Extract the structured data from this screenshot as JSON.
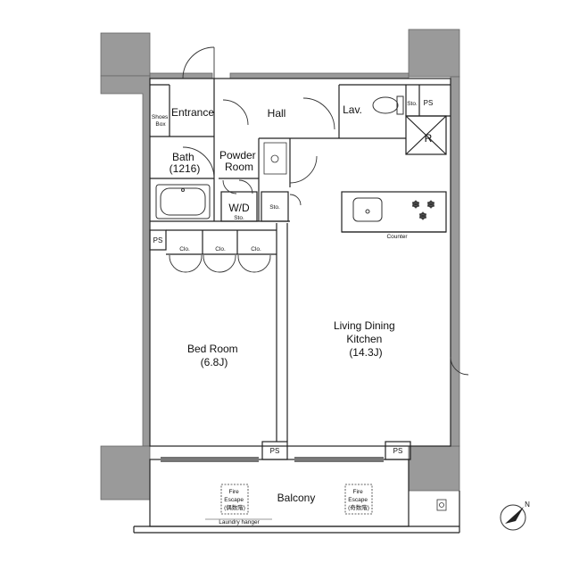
{
  "rooms": {
    "entrance": "Entrance",
    "hall": "Hall",
    "lav": "Lav.",
    "shoes_box": [
      "Shoes",
      "Box"
    ],
    "bath": [
      "Bath",
      "(1216)"
    ],
    "powder_room": [
      "Powder",
      "Room"
    ],
    "wd": "W/D",
    "wd_sto": "Sto.",
    "sto_hall": "Sto.",
    "sto_top": "Sto.",
    "ps_top": "PS",
    "ps_left": "PS",
    "ps_bottom_mid": "PS",
    "ps_bottom_right": "PS",
    "refrigerator": "R",
    "counter": "Counter",
    "closets": [
      "Clo.",
      "Clo.",
      "Clo."
    ],
    "bedroom": [
      "Bed Room",
      "(6.8J)"
    ],
    "ldk": [
      "Living Dining",
      "Kitchen",
      "(14.3J)"
    ],
    "balcony": "Balcony",
    "fire_escape_left": [
      "Fire",
      "Escape",
      "(偶数階)"
    ],
    "fire_escape_right": [
      "Fire",
      "Escape",
      "(奇数階)"
    ],
    "laundry_hanger": "Laundry hanger"
  },
  "compass": {
    "label": "N"
  },
  "colors": {
    "wall": "#9a9a9a",
    "line": "#222222"
  }
}
